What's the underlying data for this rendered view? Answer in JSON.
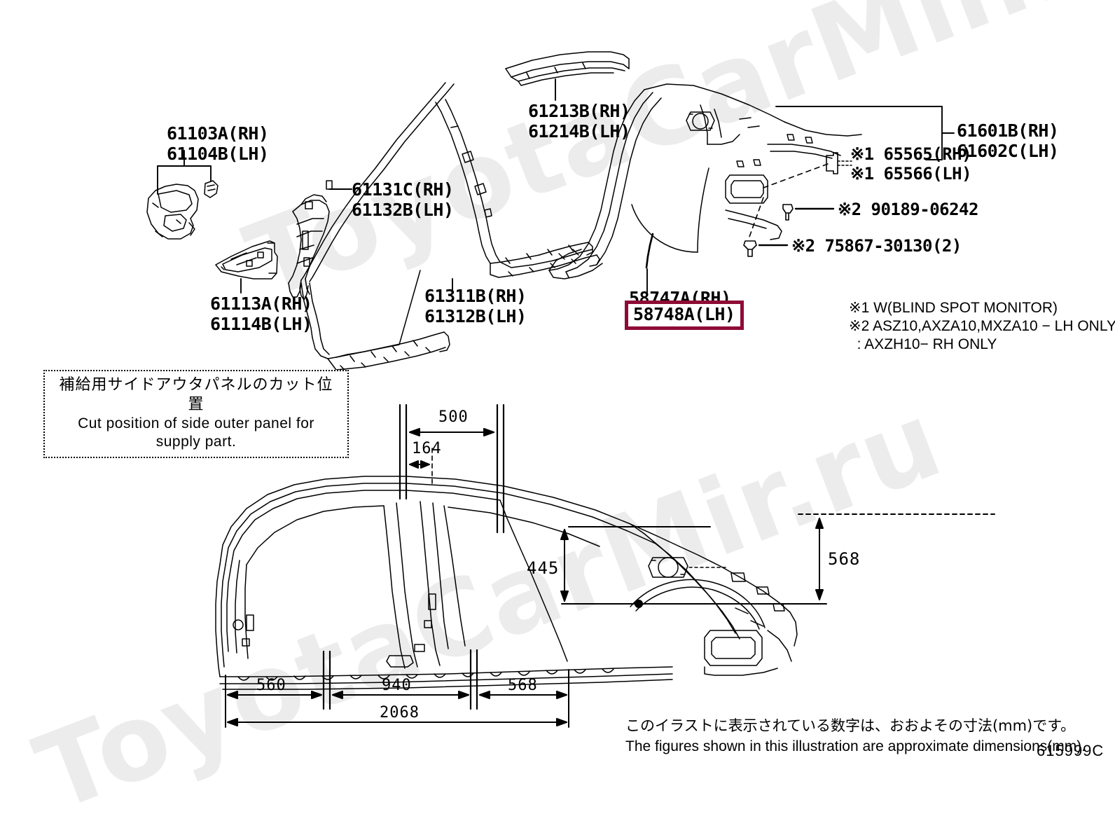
{
  "diagram": {
    "code": "615999C",
    "watermark_line1": "ToyotaCarMir.ru",
    "watermark_line2": "ToyotaCarMir.ru"
  },
  "part_labels": {
    "front_fender_bracket": "61103A(RH)\n61104B(LH)",
    "front_pillar_lower": "61113A(RH)\n61114B(LH)",
    "front_pillar_outer": "61131C(RH)\n61132B(LH)",
    "rocker_outer": "61311B(RH)\n61312B(LH)",
    "roof_side_rail": "61213B(RH)\n61214B(LH)",
    "quarter_panel": "61601B(RH)\n61602C(LH)",
    "blind_spot_sensor": "※1 65565(RH)\n※1 65566(LH)",
    "clip_90189": "※2 90189-06242",
    "clip_75867": "※2 75867-30130(2)",
    "mudguard_rh": "58747A(RH)",
    "mudguard_lh_highlight": "58748A(LH)"
  },
  "footnotes": {
    "line1": "※1 W(BLIND SPOT MONITOR)",
    "line2": "※2 ASZ10,AXZA10,MXZA10 − LH ONLY",
    "line3": "  : AXZH10− RH ONLY"
  },
  "caption": {
    "jp": "補給用サイドアウタパネルのカット位置",
    "en": "Cut position of side outer panel for supply part."
  },
  "dimensions": {
    "top_500": "500",
    "top_164": "164",
    "vert_445": "445",
    "vert_568": "568",
    "bot_560": "560",
    "bot_940": "940",
    "bot_568": "568",
    "bot_total_2068": "2068"
  },
  "bottom_note": {
    "jp": "このイラストに表示されている数字は、おおよその寸法(mm)です。",
    "en": "The figures shown in this illustration are approximate dimensions(mm)."
  },
  "colors": {
    "highlight_border": "#8f0b36",
    "line": "#000000",
    "watermark": "#ececec"
  }
}
